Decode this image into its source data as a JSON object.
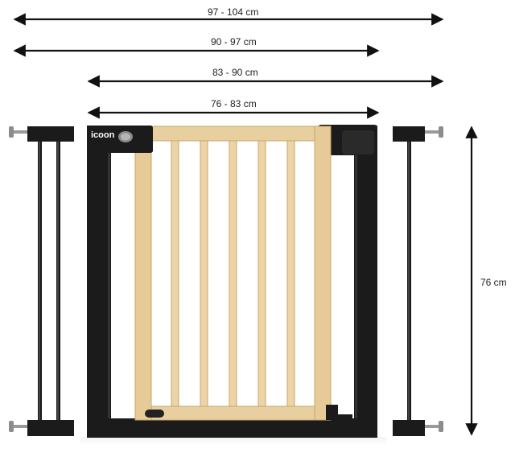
{
  "dimensions": {
    "width_max_range": "97 -  104 cm",
    "width_ext_range": "90 -  97 cm",
    "width_mid_range": "83 -  90 cm",
    "width_base_range": "76 - 83 cm",
    "height": "76 cm"
  },
  "brand": {
    "logo_text": "icoon"
  },
  "colors": {
    "frame": "#1b1b1b",
    "wood": "#e8cfa0",
    "wood_edge": "#c9a56a",
    "arrow": "#111111",
    "metal": "#9a9a9a"
  }
}
